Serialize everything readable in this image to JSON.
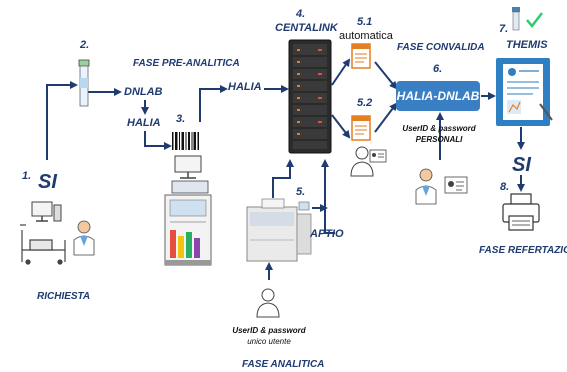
{
  "labels": {
    "step1": "1.",
    "si_left": "SI",
    "richiesta": "RICHIESTA",
    "step2": "2.",
    "fase_pre": "FASE PRE-ANALITICA",
    "dnlab": "DNLAB",
    "halia_small": "HALIA",
    "step3": "3.",
    "halia_main": "HALIA",
    "step4": "4.",
    "centalink": "CENTALINK",
    "step5_1": "5.1",
    "automatica": "automatica",
    "step5_2": "5.2",
    "fase_convalida": "FASE CONVALIDA",
    "step6": "6.",
    "halia_dnlab": "HALIA-DNLAB",
    "userid_personal": "UserID & password",
    "personali": "PERSONALI",
    "step7": "7.",
    "themis": "THEMIS",
    "si_right": "SI",
    "step8": "8.",
    "fase_refertazione": "FASE REFERTAZIONE",
    "step5": "5.",
    "aptio": "APTIO",
    "userid_unico": "UserID & password",
    "unico_utente": "unico utente",
    "fase_analitica": "FASE ANALITICA"
  },
  "colors": {
    "arrow": "#1f3b70",
    "label": "#1f3b70",
    "box": "#3a7fc4"
  }
}
